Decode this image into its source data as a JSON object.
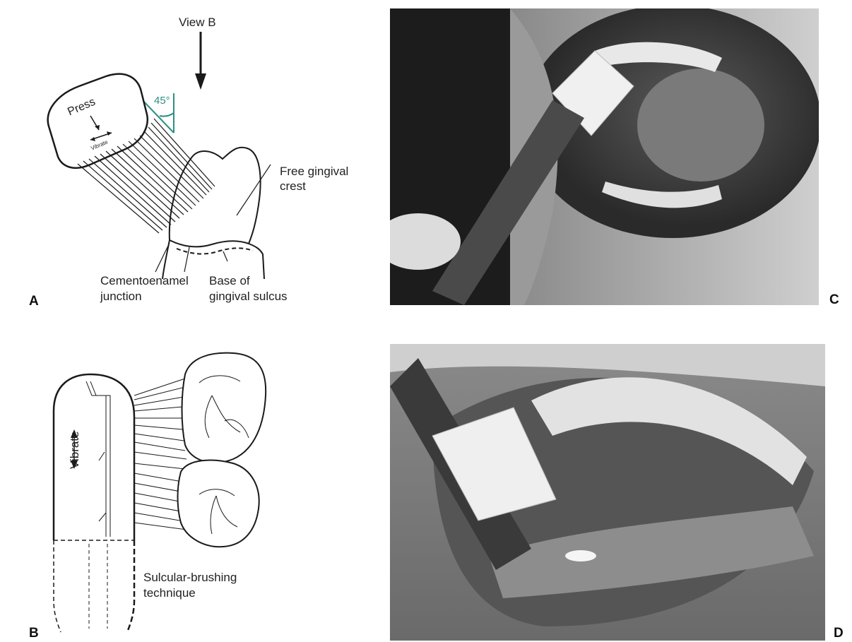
{
  "figure": {
    "panels": [
      {
        "letter": "A"
      },
      {
        "letter": "B"
      },
      {
        "letter": "C"
      },
      {
        "letter": "D"
      }
    ],
    "panel_a": {
      "view_label": "View B",
      "angle_label": "45°",
      "press_label": "Press",
      "vibrate_label": "Vibrate",
      "free_gingival_crest": [
        "Free gingival",
        "crest"
      ],
      "cementoenamel_junction": [
        "Cementoenamel",
        "junction"
      ],
      "base_of_sulcus": [
        "Base of",
        "gingival sulcus"
      ]
    },
    "panel_b": {
      "vibrate_label": "Vibrate",
      "technique_label": [
        "Sulcular-brushing",
        "technique"
      ]
    },
    "colors": {
      "angle_accent": "#2f8f83",
      "line_art": "#1a1a1a",
      "photo_dark": "#2b2b2b",
      "photo_mid": "#8a8a8a",
      "photo_light": "#e6e6e6"
    }
  }
}
